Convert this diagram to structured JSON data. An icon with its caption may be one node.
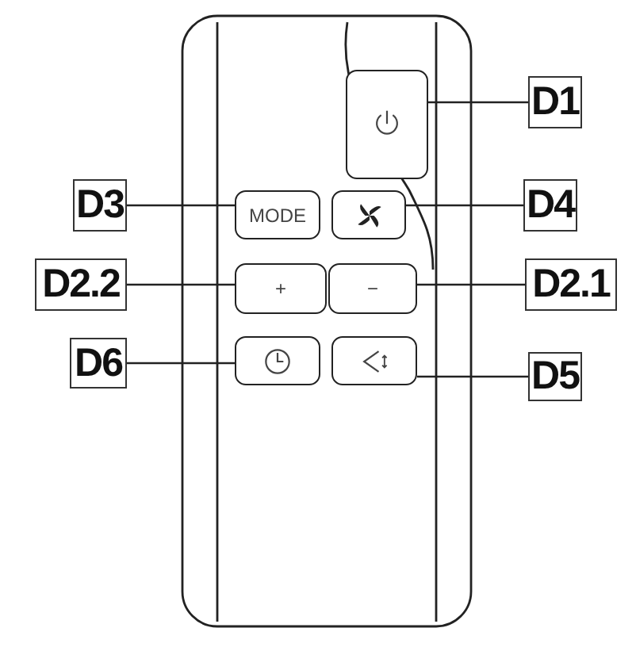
{
  "diagram": {
    "nodes": [
      {
        "text": [
          "D1"
        ]
      },
      {
        "text": [],
        "shape": "box"
      },
      {
        "text": [
          "D3"
        ]
      },
      {
        "text": [
          "MODE"
        ]
      },
      {
        "text": [],
        "shape": "box"
      },
      {
        "text": [
          "D4"
        ]
      },
      {
        "text": [
          "D2.2"
        ]
      },
      {
        "text": [
          "+"
        ]
      },
      {
        "text": [
          "−"
        ]
      },
      {
        "text": [
          "D2.1"
        ]
      },
      {
        "text": [
          "D6"
        ]
      },
      {
        "text": [],
        "shape": "box"
      },
      {
        "text": [],
        "shape": "box"
      },
      {
        "text": [
          "D5"
        ]
      }
    ],
    "edges": [
      {
        "from": 0,
        "to": 1,
        "arrow": "none"
      },
      {
        "from": 2,
        "to": 3,
        "arrow": "none"
      },
      {
        "from": 5,
        "to": 4,
        "arrow": "none"
      },
      {
        "from": 6,
        "to": 7,
        "arrow": "none"
      },
      {
        "from": 9,
        "to": 8,
        "arrow": "none"
      },
      {
        "from": 10,
        "to": 11,
        "arrow": "none"
      },
      {
        "from": 13,
        "to": 12,
        "arrow": "none"
      }
    ]
  }
}
